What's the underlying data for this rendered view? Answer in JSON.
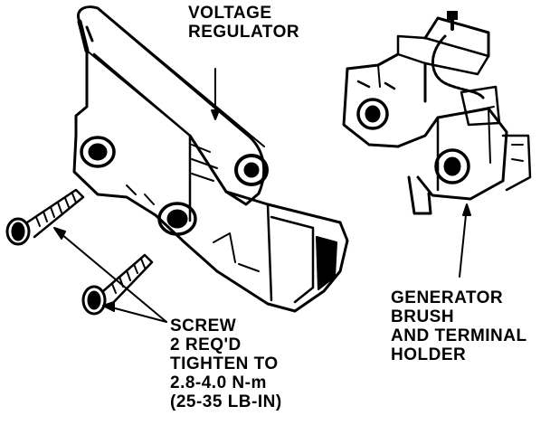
{
  "labels": {
    "voltage_regulator": [
      "VOLTAGE",
      "REGULATOR"
    ],
    "generator_holder": [
      "GENERATOR",
      "BRUSH",
      "AND TERMINAL",
      "HOLDER"
    ],
    "screw": [
      "SCREW",
      "2 REQ'D",
      "TIGHTEN TO",
      "2.8-4.0 N-m",
      "(25-35 LB-IN)"
    ]
  },
  "colors": {
    "ink": "#000000",
    "paper": "#ffffff"
  }
}
